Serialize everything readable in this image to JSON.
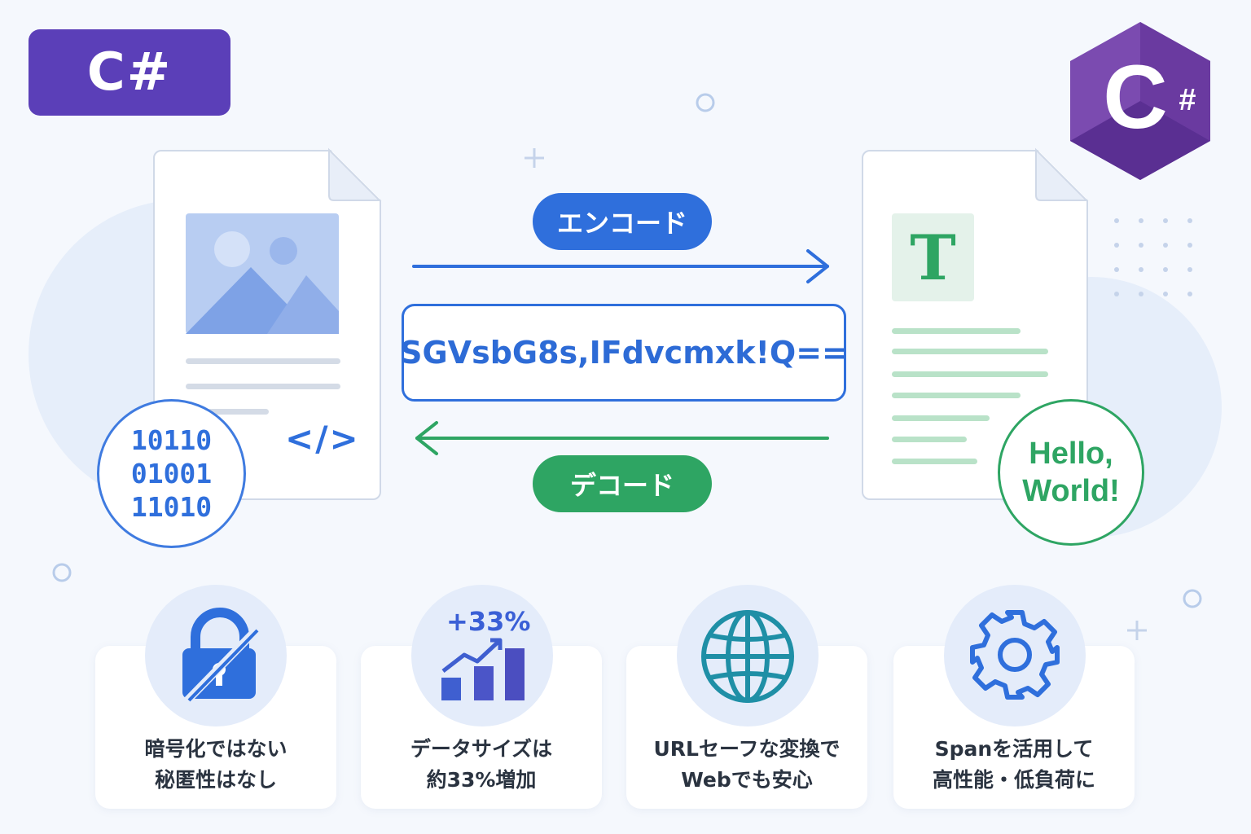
{
  "badge": {
    "label": "C#"
  },
  "logo": {
    "letter": "C",
    "symbol": "#"
  },
  "encode": {
    "label": "エンコード"
  },
  "decode": {
    "label": "デコード"
  },
  "encoded_string": "SGVsbG8s,IFdvcmxk!Q==",
  "binary": {
    "lines": [
      "10110",
      "01001",
      "11010"
    ]
  },
  "code_tag": "</>",
  "text_doc": {
    "letter": "T"
  },
  "hello": {
    "line1": "Hello,",
    "line2": "World!"
  },
  "cards": [
    {
      "icon": "lock-icon",
      "line1": "暗号化ではない",
      "line2": "秘匿性はなし"
    },
    {
      "icon": "bar-chart-icon",
      "stat": "+33%",
      "line1": "データサイズは",
      "line2": "約33%増加"
    },
    {
      "icon": "globe-icon",
      "line1": "URLセーフな変換で",
      "line2": "Webでも安心"
    },
    {
      "icon": "gear-icon",
      "line1": "Spanを活用して",
      "line2": "高性能・低負荷に"
    }
  ],
  "colors": {
    "purple": "#5b3fb8",
    "blue": "#2f6fdc",
    "green": "#2ea563",
    "background": "#f5f8fd"
  }
}
